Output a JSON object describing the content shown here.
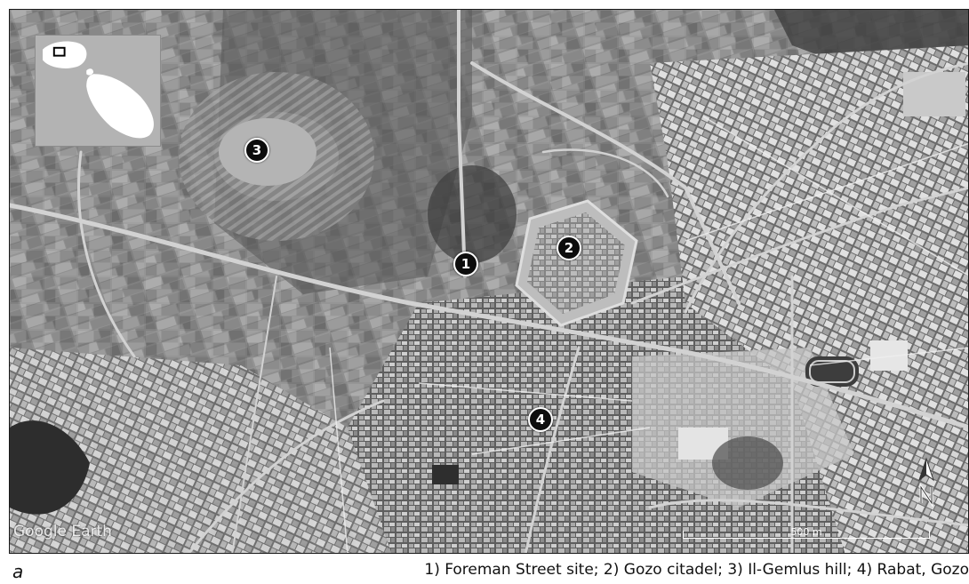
{
  "panel_letter": "a",
  "caption": "1) Foreman Street site; 2) Gozo citadel; 3) Il-Gemlus hill; 4) Rabat, Gozo",
  "watermark": {
    "brand": "Google",
    "product": "Earth"
  },
  "scale_bar": {
    "label": "500 m"
  },
  "markers": [
    {
      "label": "1"
    },
    {
      "label": "2"
    },
    {
      "label": "3"
    },
    {
      "label": "4"
    }
  ],
  "colors": {
    "marker_fill": "#0d0d0d",
    "marker_text": "#ffffff",
    "inset_land": "#ffffff",
    "inset_water": "#b3b3b3"
  },
  "icons": {
    "north_arrow": "north-arrow-icon",
    "inset_locator": "locator-square-icon"
  }
}
